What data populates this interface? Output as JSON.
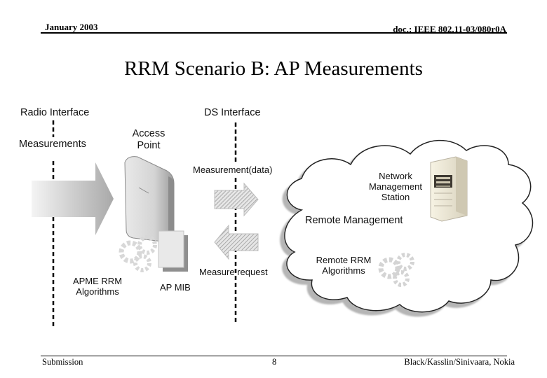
{
  "header": {
    "date": "January 2003",
    "doc_id": "doc.: IEEE 802.11-03/080r0A"
  },
  "title": "RRM Scenario B: AP Measurements",
  "labels": {
    "radio_interface": "Radio Interface",
    "ds_interface": "DS Interface",
    "measurements": "Measurements",
    "access_point": "Access\nPoint",
    "measurement_data": "Measurement(data)",
    "network_management_station": "Network\nManagement\nStation",
    "remote_management": "Remote Management",
    "measure_request": "Measure request",
    "remote_rrm_algorithms": "Remote RRM\nAlgorithms",
    "apme_rrm_algorithms": "APME RRM\nAlgorithms",
    "ap_mib": "AP MIB"
  },
  "icons": [
    "access-point-icon",
    "server-icon",
    "gear-icon",
    "document-icon",
    "cloud-shape",
    "arrow-right-icon",
    "arrow-left-icon"
  ],
  "footer": {
    "left": "Submission",
    "page": "8",
    "authors": "Black/Kasslin/Sinivaara, Nokia"
  }
}
